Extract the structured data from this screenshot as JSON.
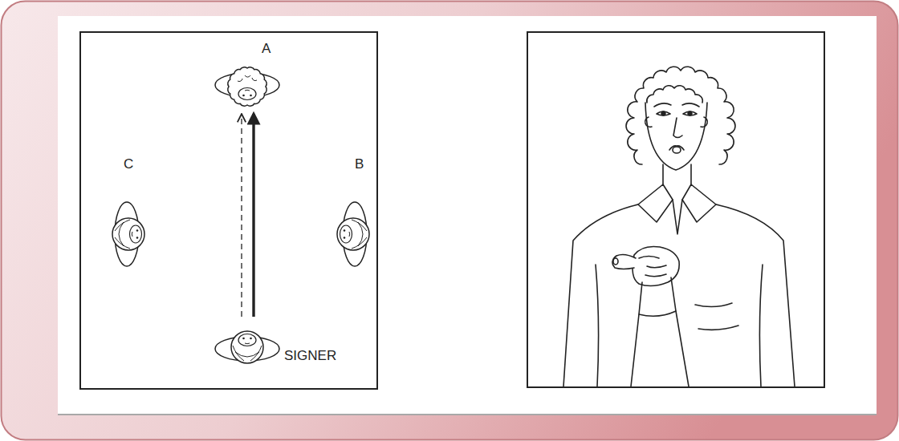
{
  "diagram": {
    "nodes": [
      {
        "text": [
          "A"
        ]
      },
      {
        "text": [
          "C"
        ]
      },
      {
        "text": [
          "B"
        ]
      },
      {
        "text": [
          "SIGNER"
        ]
      }
    ],
    "edges": [
      {
        "from": 3,
        "to": 0,
        "arrow": "to"
      },
      {
        "from": 3,
        "to": 0,
        "arrow": "to"
      }
    ]
  }
}
